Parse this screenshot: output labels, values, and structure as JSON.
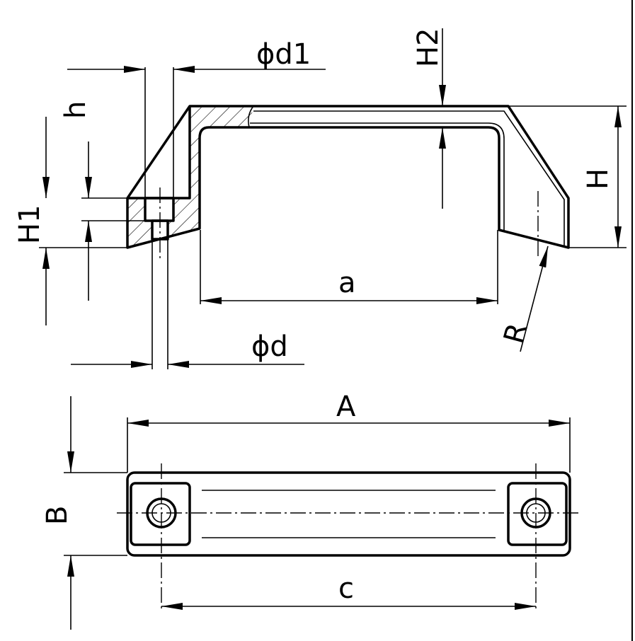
{
  "title": "Handle technical drawing",
  "labels": {
    "d1": "ϕd1",
    "H2": "H2",
    "h": "h",
    "H1": "H1",
    "H": "H",
    "a": "a",
    "R": "R",
    "d": "ϕd",
    "A": "A",
    "B": "B",
    "c": "c"
  },
  "colors": {
    "line": "#000000",
    "background": "#ffffff"
  }
}
